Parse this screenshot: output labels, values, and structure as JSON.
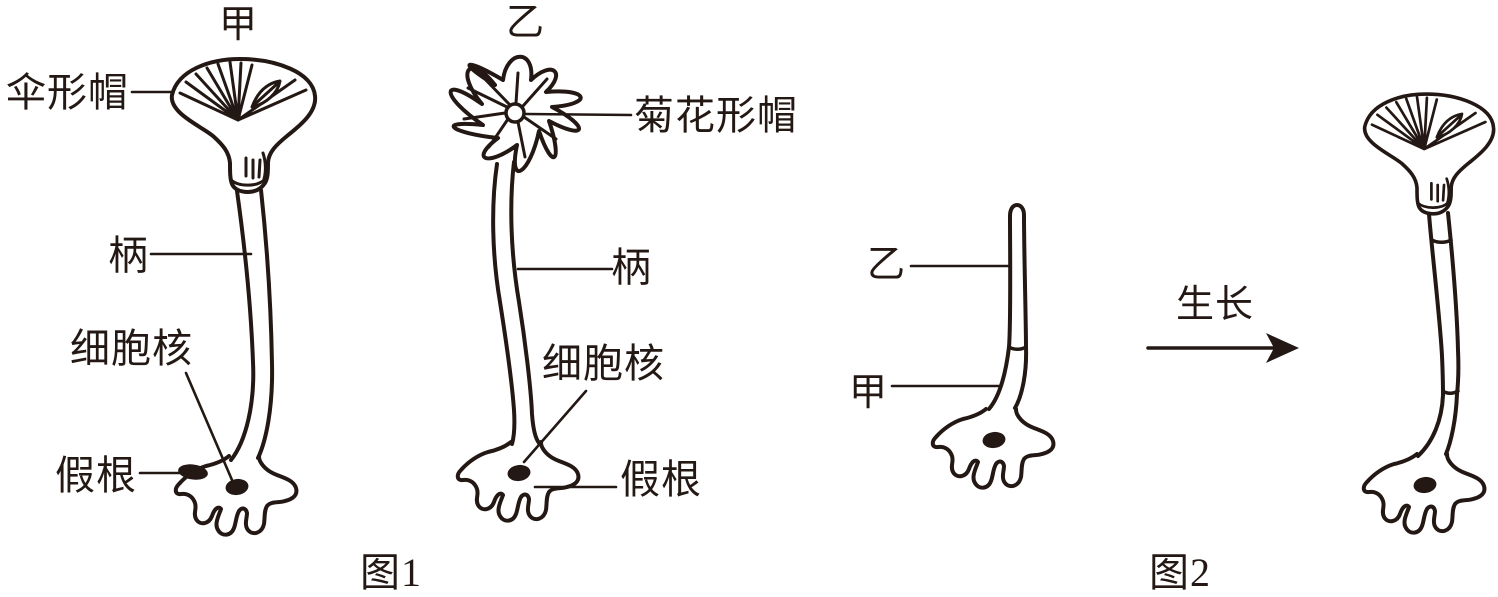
{
  "figure1": {
    "caption": "图1",
    "organism_jia": {
      "name": "甲",
      "cap_label": "伞形帽",
      "stalk_label": "柄",
      "nucleus_label": "细胞核",
      "rhizoid_label": "假根"
    },
    "organism_yi": {
      "name": "乙",
      "cap_label": "菊花形帽",
      "stalk_label": "柄",
      "nucleus_label": "细胞核",
      "rhizoid_label": "假根"
    }
  },
  "figure2": {
    "caption": "图2",
    "graft_upper_section_label": "乙",
    "graft_lower_section_label": "甲",
    "process_arrow_label": "生长"
  },
  "colors": {
    "ink": "#231813",
    "background": "#ffffff"
  }
}
